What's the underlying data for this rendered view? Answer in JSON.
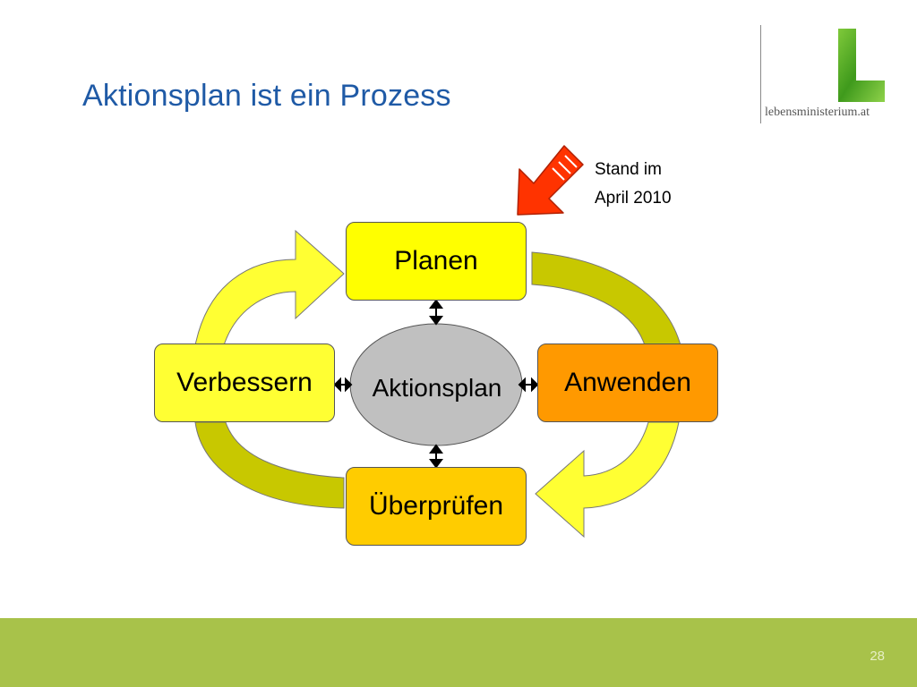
{
  "slide": {
    "title": "Aktionsplan ist ein Prozess",
    "page_number": "28"
  },
  "logo": {
    "text": "lebensministerium.at",
    "icon": "green-L-logo-icon"
  },
  "annotation": {
    "line1": "Stand im",
    "line2": "April 2010",
    "arrow_color": "#ff3300"
  },
  "cycle": {
    "planen": "Planen",
    "anwenden": "Anwenden",
    "ueberpruefen": "Überprüfen",
    "verbessern": "Verbessern",
    "center": "Aktionsplan"
  },
  "colors": {
    "title": "#1f5aa6",
    "footer": "#a8c24a",
    "arrow_light": "#ffff33",
    "arrow_dark": "#c8c800",
    "center_fill": "#c0c0c0"
  }
}
